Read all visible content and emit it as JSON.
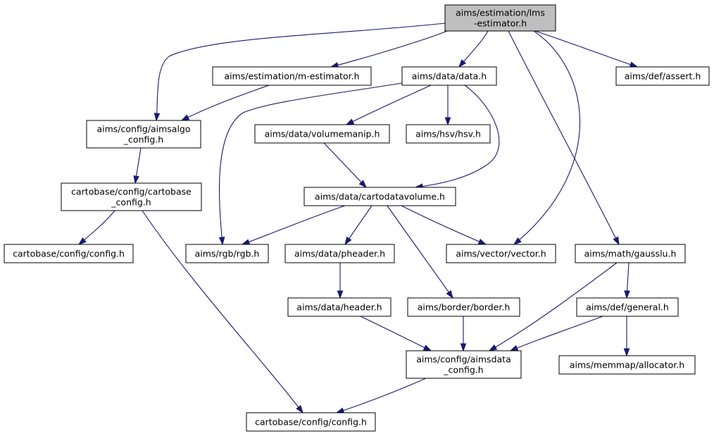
{
  "graph": {
    "nodes": {
      "root": [
        "aims/estimation/lms",
        "-estimator.h"
      ],
      "mest": [
        "aims/estimation/m-estimator.h"
      ],
      "data": [
        "aims/data/data.h"
      ],
      "assert": [
        "aims/def/assert.h"
      ],
      "algo": [
        "aims/config/aimsalgo",
        "_config.h"
      ],
      "vman": [
        "aims/data/volumemanip.h"
      ],
      "hsv": [
        "aims/hsv/hsv.h"
      ],
      "cbcfg": [
        "cartobase/config/cartobase",
        "_config.h"
      ],
      "cdv": [
        "aims/data/cartodatavolume.h"
      ],
      "cconf1": [
        "cartobase/config/config.h"
      ],
      "rgb": [
        "aims/rgb/rgb.h"
      ],
      "phead": [
        "aims/data/pheader.h"
      ],
      "vec": [
        "aims/vector/vector.h"
      ],
      "gauss": [
        "aims/math/gausslu.h"
      ],
      "head": [
        "aims/data/header.h"
      ],
      "border": [
        "aims/border/border.h"
      ],
      "general": [
        "aims/def/general.h"
      ],
      "aimsdata": [
        "aims/config/aimsdata",
        "_config.h"
      ],
      "alloc": [
        "aims/memmap/allocator.h"
      ],
      "cconf2": [
        "cartobase/config/config.h"
      ]
    },
    "edges": [
      [
        "root",
        "mest"
      ],
      [
        "root",
        "data"
      ],
      [
        "root",
        "assert"
      ],
      [
        "root",
        "algo"
      ],
      [
        "root",
        "vec"
      ],
      [
        "root",
        "gauss"
      ],
      [
        "mest",
        "algo"
      ],
      [
        "data",
        "vman"
      ],
      [
        "data",
        "hsv"
      ],
      [
        "data",
        "cdv"
      ],
      [
        "data",
        "rgb"
      ],
      [
        "algo",
        "cbcfg"
      ],
      [
        "vman",
        "cdv"
      ],
      [
        "cbcfg",
        "cconf1"
      ],
      [
        "cbcfg",
        "cconf2"
      ],
      [
        "cdv",
        "rgb"
      ],
      [
        "cdv",
        "phead"
      ],
      [
        "cdv",
        "vec"
      ],
      [
        "cdv",
        "border"
      ],
      [
        "phead",
        "head"
      ],
      [
        "gauss",
        "general"
      ],
      [
        "gauss",
        "aimsdata"
      ],
      [
        "head",
        "aimsdata"
      ],
      [
        "border",
        "aimsdata"
      ],
      [
        "general",
        "aimsdata"
      ],
      [
        "general",
        "alloc"
      ],
      [
        "aimsdata",
        "cconf2"
      ]
    ]
  }
}
